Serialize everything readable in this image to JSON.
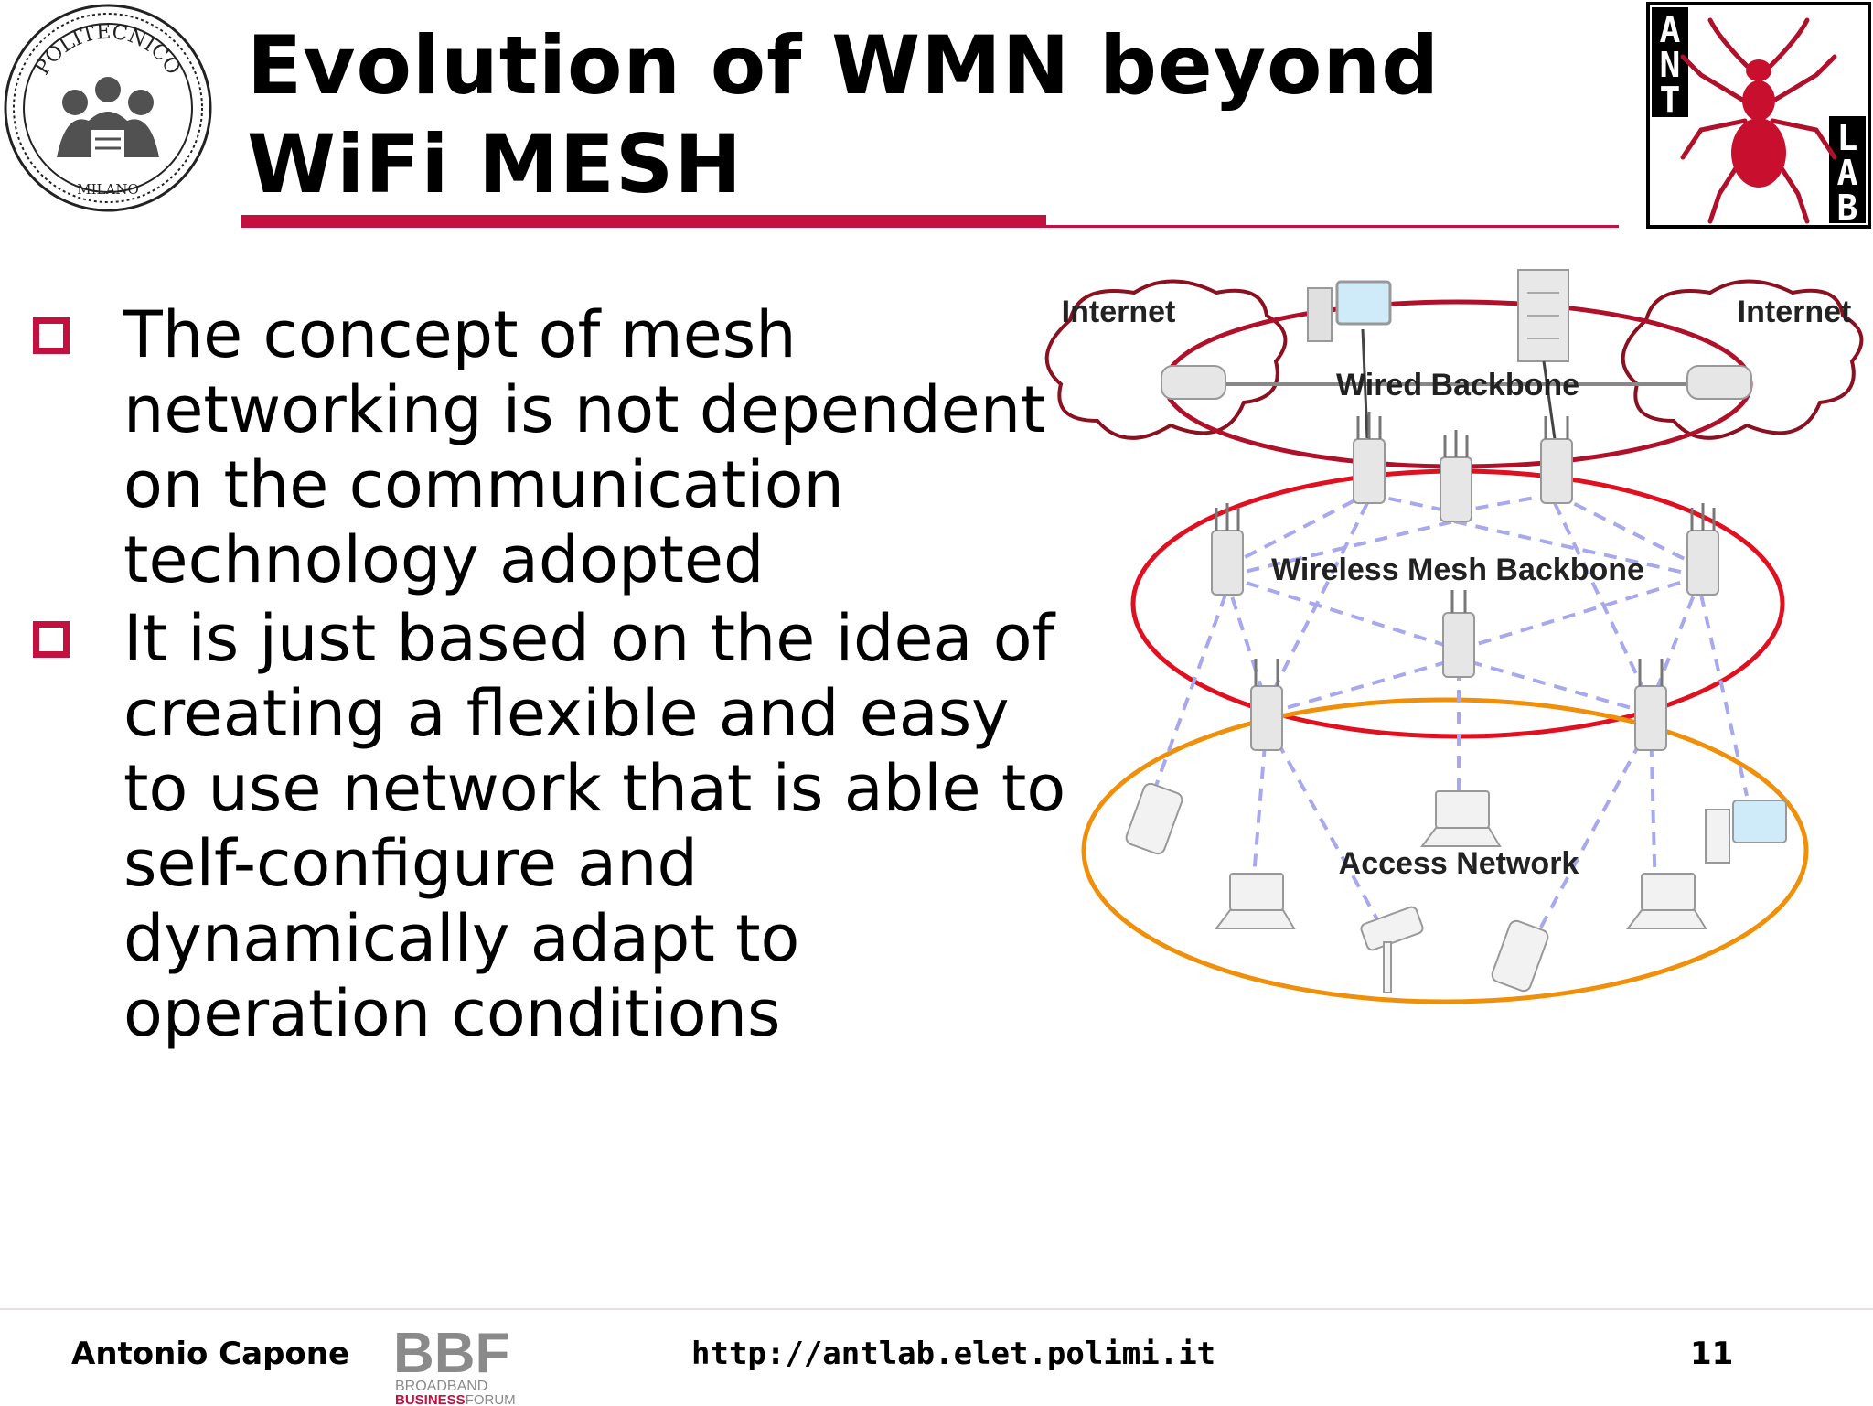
{
  "slide": {
    "title_lines": [
      "Evolution of WMN beyond",
      "WiFi MESH"
    ],
    "bullets": [
      "The concept of mesh networking is not dependent on the communication technology adopted",
      "It is just based on the idea of creating a flexible and easy to use network that is able to self-configure and dynamically adapt to operation conditions"
    ]
  },
  "logos": {
    "polimi_top": "POLITECNICO",
    "polimi_bottom": "MILANO",
    "antlab_left": "ANT",
    "antlab_right": "LAB",
    "bbf_main": "BBF",
    "bbf_sub1": "BROADBAND",
    "bbf_sub2_a": "BUSINESS",
    "bbf_sub2_b": "FORUM"
  },
  "diagram": {
    "internet_left": "Internet",
    "internet_right": "Internet",
    "wired_backbone": "Wired Backbone",
    "wireless_mesh_backbone": "Wireless Mesh Backbone",
    "access_network": "Access Network"
  },
  "footer": {
    "author": "Antonio Capone",
    "url": "http://antlab.elet.polimi.it",
    "page": "11"
  },
  "colors": {
    "accent": "#c3103f",
    "mesh_ring": "#e01020",
    "access_ring": "#f0900a",
    "mesh_link": "#a8a8ee"
  }
}
